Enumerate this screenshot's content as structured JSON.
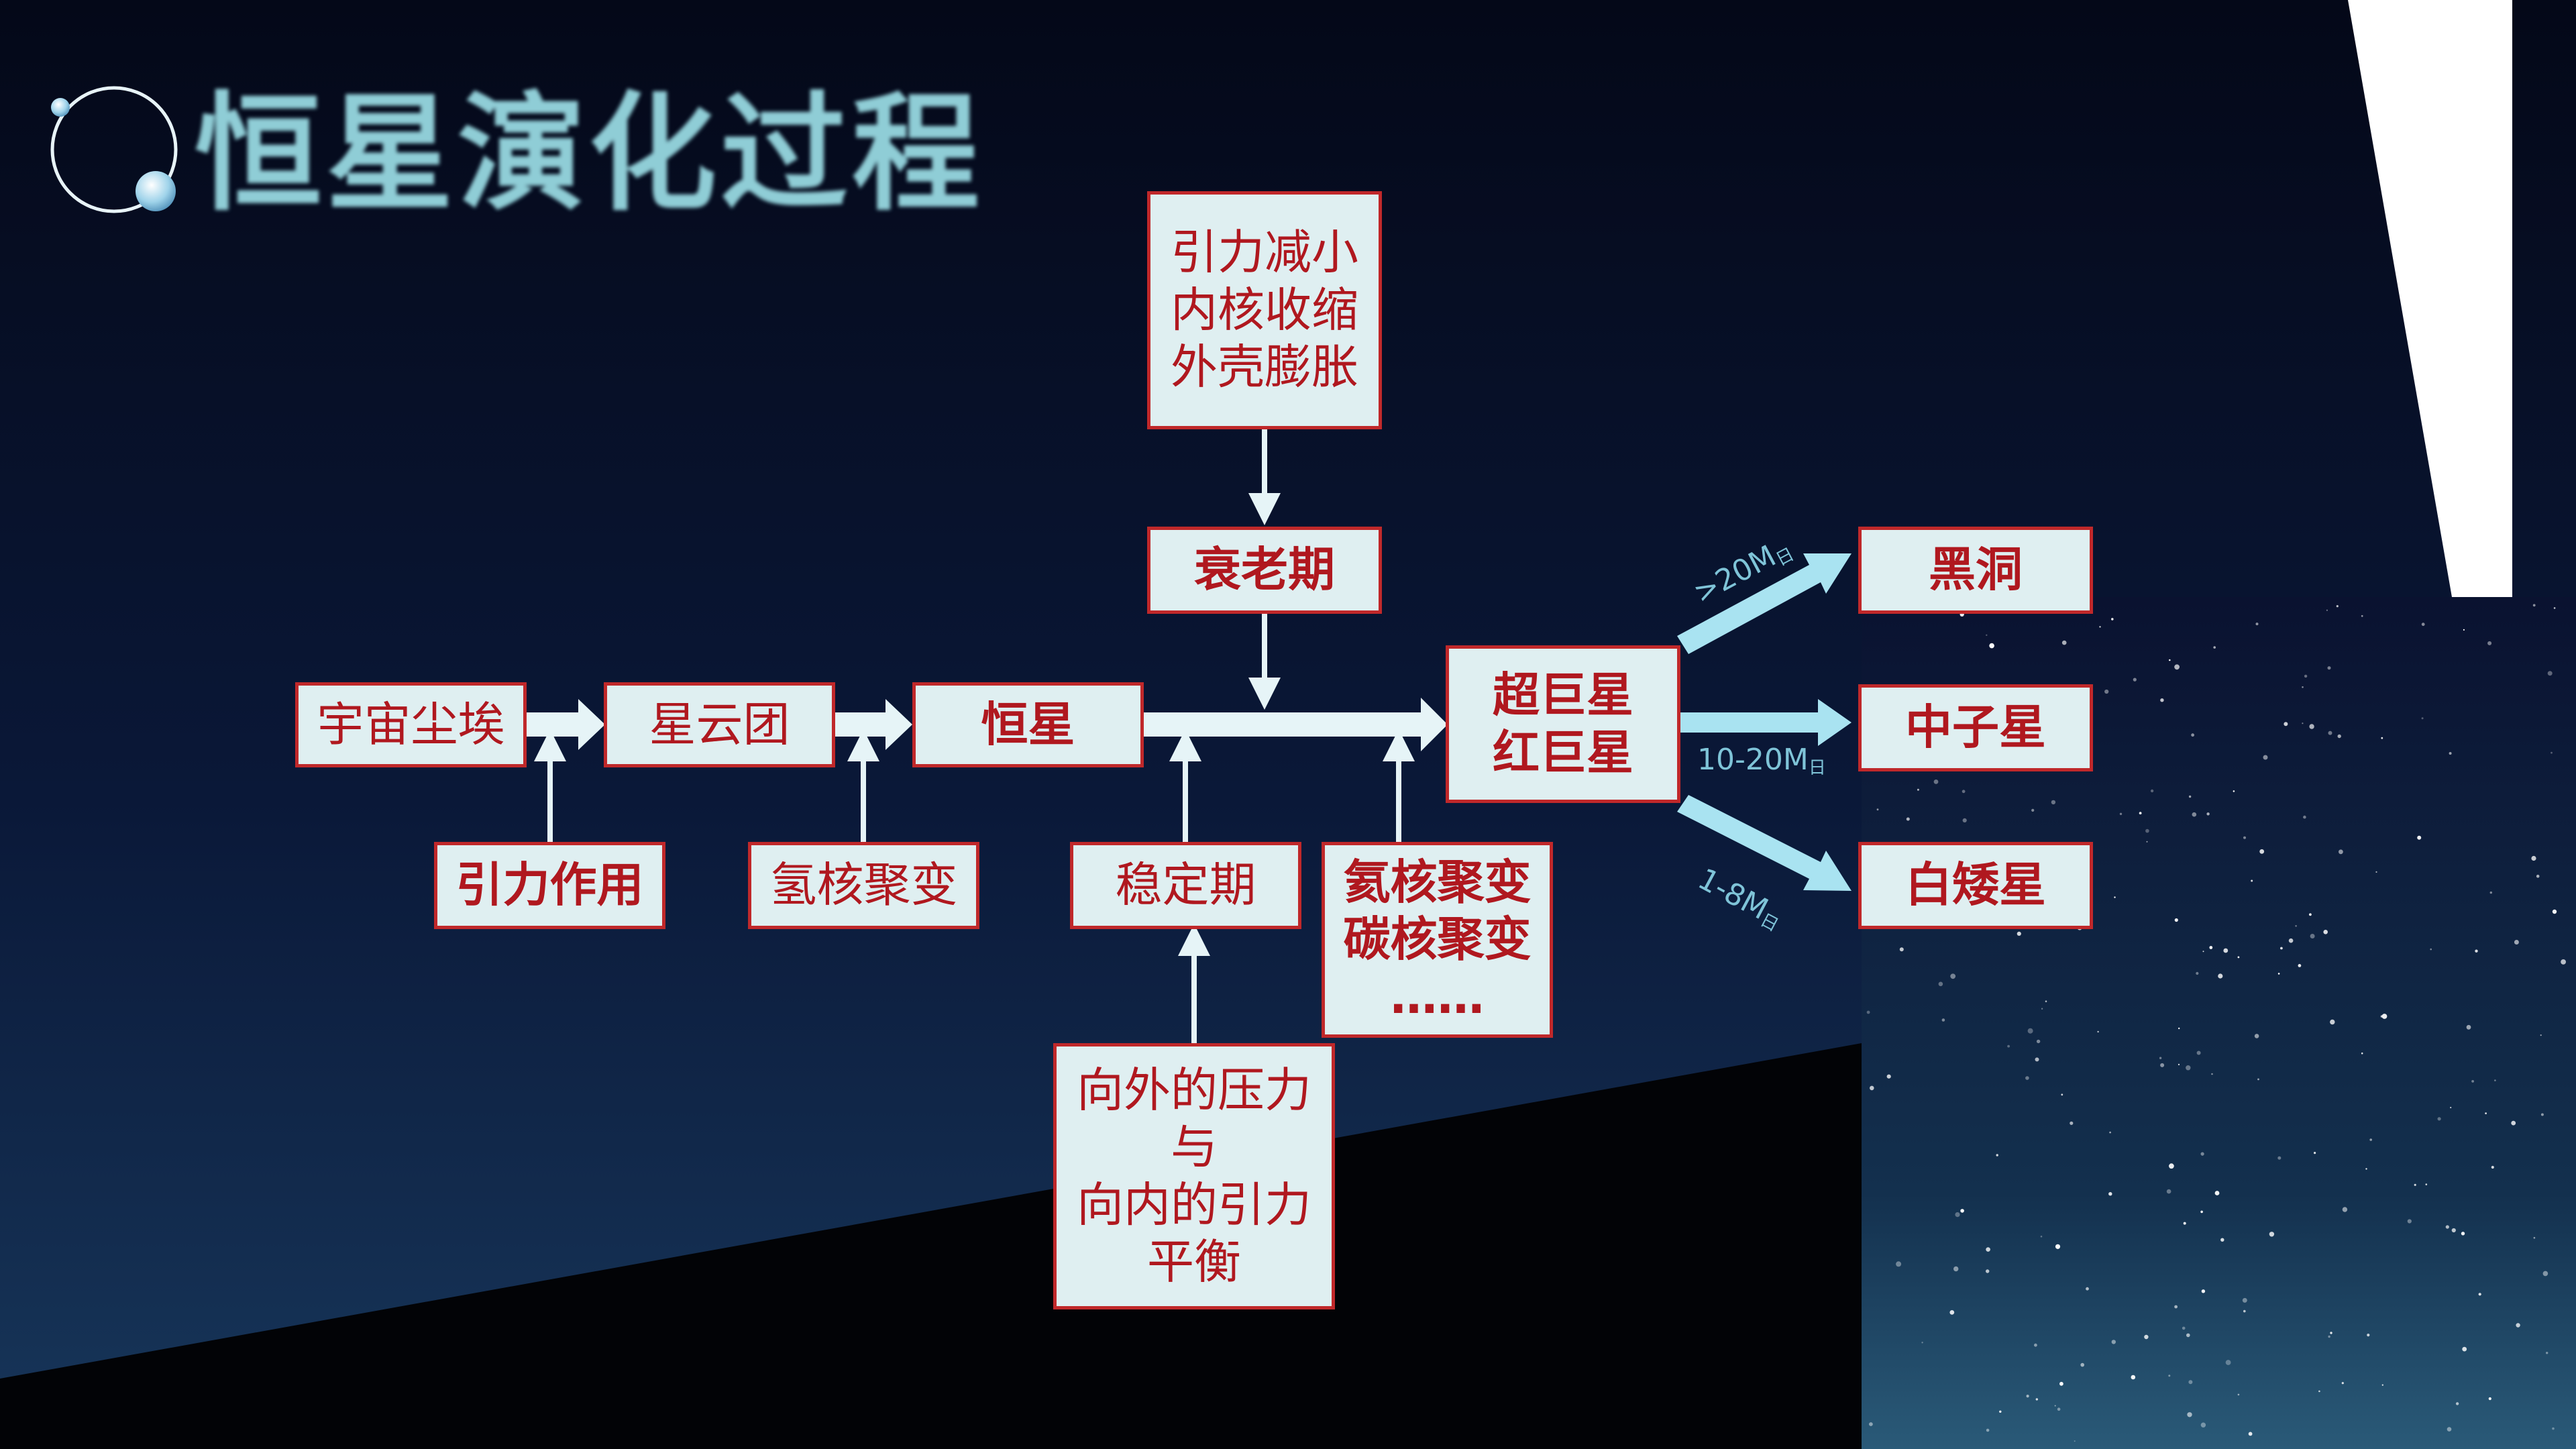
{
  "title": "恒星演化过程",
  "nodes": {
    "cosmic_dust": "宇宙尘埃",
    "nebula": "星云团",
    "star": "恒星",
    "gravity": "引力作用",
    "hydrogen_fusion": "氢核聚变",
    "stable": "稳定期",
    "helium_carbon": [
      "氦核聚变",
      "碳核聚变",
      "……"
    ],
    "balance": [
      "向外的压力",
      "与",
      "向内的引力",
      "平衡"
    ],
    "aging_cause": [
      "引力减小",
      "内核收缩",
      "外壳膨胀"
    ],
    "aging": "衰老期",
    "giant": [
      "超巨星",
      "红巨星"
    ],
    "black_hole": "黑洞",
    "neutron_star": "中子星",
    "white_dwarf": "白矮星"
  },
  "mass_labels": {
    "black_hole": {
      "main": ">20M",
      "sub": "日"
    },
    "neutron_star": {
      "main": "10-20M",
      "sub": "日"
    },
    "white_dwarf": {
      "main": "1-8M",
      "sub": "日"
    }
  },
  "colors": {
    "box_fill": "#dfeff1",
    "box_border": "#c0282a",
    "box_text": "#b0181f",
    "arrow": "#e6f4f7",
    "fate_arrow": "#a9e3f1",
    "mass_label": "#7fc4d8",
    "title": "#8fcdd6"
  }
}
